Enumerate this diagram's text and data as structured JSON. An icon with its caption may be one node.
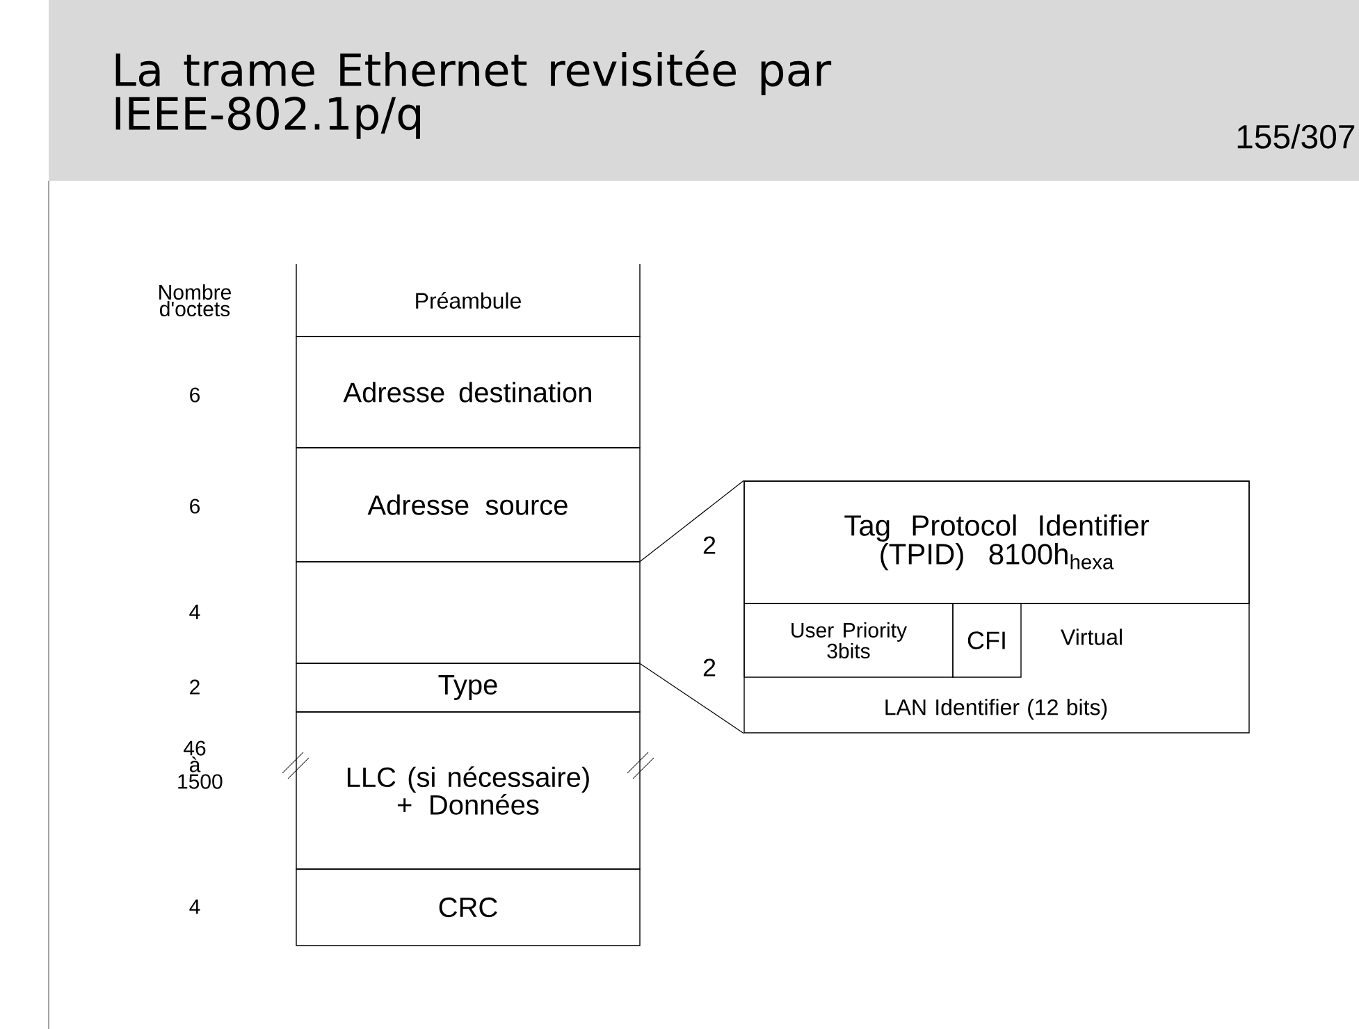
{
  "diagram": {
    "title": "La trame Ethernet revisitée par IEEE-802.1p/q",
    "nodes": [
      {
        "text": [
          "Préambule"
        ]
      },
      {
        "text": [
          "Adresse destination"
        ]
      },
      {
        "text": [
          "Adresse source"
        ]
      },
      {
        "text": [],
        "shape": "box"
      },
      {
        "text": [
          "Type"
        ]
      },
      {
        "text": [
          "LLC (si nécessaire) + Données"
        ]
      },
      {
        "text": [
          "CRC"
        ]
      },
      {
        "text": [],
        "shape": "box"
      },
      {
        "text": [
          "Tag Protocol Identifier (TPID) 8100h$_{hexa}$"
        ],
        "in": 7
      },
      {
        "text": [
          "User Priority 3bits"
        ],
        "in": 7
      },
      {
        "text": [
          "CFI"
        ],
        "in": 7
      },
      {
        "text": [
          "Virtual",
          "LAN Identifier (12 bits)"
        ],
        "in": 7
      }
    ],
    "edges": [
      {
        "from": 3,
        "to": 7,
        "arrow": "none"
      },
      {
        "from": 3,
        "to": 7,
        "arrow": "none"
      }
    ],
    "labels": [
      "155/307",
      "Nombre d'octets",
      "6",
      "6",
      "4",
      "2",
      "46 à 1500",
      "4",
      "2",
      "2"
    ]
  }
}
